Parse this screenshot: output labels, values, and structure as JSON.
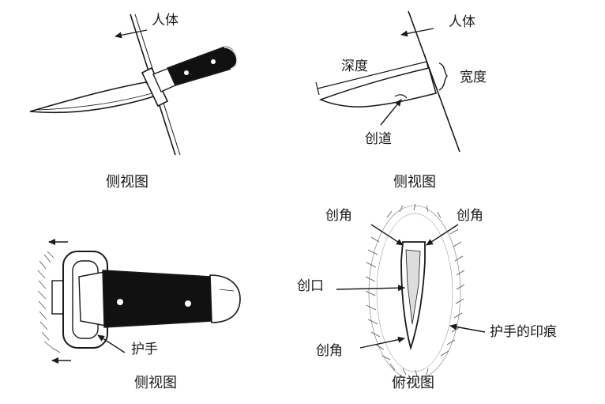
{
  "panels": {
    "top_left": {
      "caption": "侧视图",
      "label_body": "人体"
    },
    "top_right": {
      "caption": "侧视图",
      "label_body": "人体",
      "label_depth": "深度",
      "label_width": "宽度",
      "label_wound_track": "创道"
    },
    "bottom_left": {
      "caption": "侧视图",
      "label_guard": "护手"
    },
    "bottom_right": {
      "caption": "俯视图",
      "label_corner_top_left": "创角",
      "label_corner_top_right": "创角",
      "label_opening": "创口",
      "label_corner_bottom": "创角",
      "label_guard_mark": "护手的印痕"
    }
  },
  "colors": {
    "ink": "#1a1a1a",
    "handle": "#111111",
    "hatch": "#555555"
  }
}
